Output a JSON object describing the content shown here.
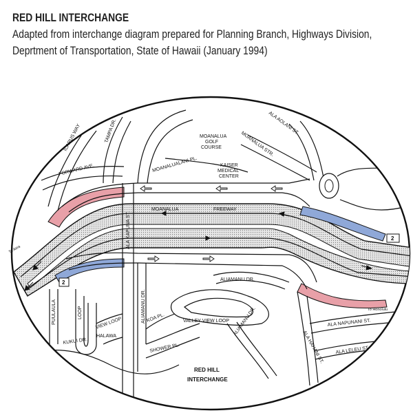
{
  "header": {
    "title": "RED HILL INTERCHANGE",
    "line1": "Adapted from interchange diagram prepared for Planning Branch, Highways Division,",
    "line2": "Deprtment of Transportation, State of Hawaii (January 1994)"
  },
  "map": {
    "streets": {
      "icarus_way": "ICARUS WAY",
      "tampa_dr": "TAMPA DR.",
      "forward_ave": "FORWARD AVE.",
      "moanalualani_pl": "MOANALUALANI PL.",
      "golf_1": "MOANALUA",
      "golf_2": "GOLF",
      "golf_3": "COURSE",
      "ala_aolani": "ALA AOLANI ST.",
      "moanalua_str": "MOANALUA STR.",
      "kaiser_1": "KAISER",
      "kaiser_2": "MEDICAL",
      "kaiser_3": "CENTER",
      "freeway_1": "MOANALUA",
      "freeway_2": "FREEWAY",
      "ala_kapuna": "ALA KAPUNA ST.",
      "to_aiea": "To Aiea",
      "to_honolulu": "To Honolulu",
      "aliamanu_dr_v": "ALIAMANU DR.",
      "aliamanu_dr_top": "ALIAMANU DR.",
      "aliamanu_dr_low": "ALIAMANU DR.",
      "valley_view_loop": "VALLEY VIEW LOOP",
      "puulaula": "PUULAULA",
      "loop": "LOOP",
      "halawa_1": "HALAWA",
      "halawa_2": "VIEW LOOP",
      "koa_pl": "KOA PL.",
      "shower_pl": "SHOWER PL.",
      "kukui_dr": "KUKUI DR.",
      "ala_napunani": "ALA NAPUNANI ST.",
      "ala_hahani": "ALA HAHANI ST.",
      "ala_leleu": "ALA LELEU ST."
    },
    "route_shield": "2",
    "bottom_label_1": "RED  HILL",
    "bottom_label_2": "INTERCHANGE",
    "colors": {
      "freeway_fill": "#d9d9d9",
      "pink_ramp": "#e8a0a8",
      "blue_ramp": "#8fa8d8",
      "line": "#111111"
    }
  }
}
